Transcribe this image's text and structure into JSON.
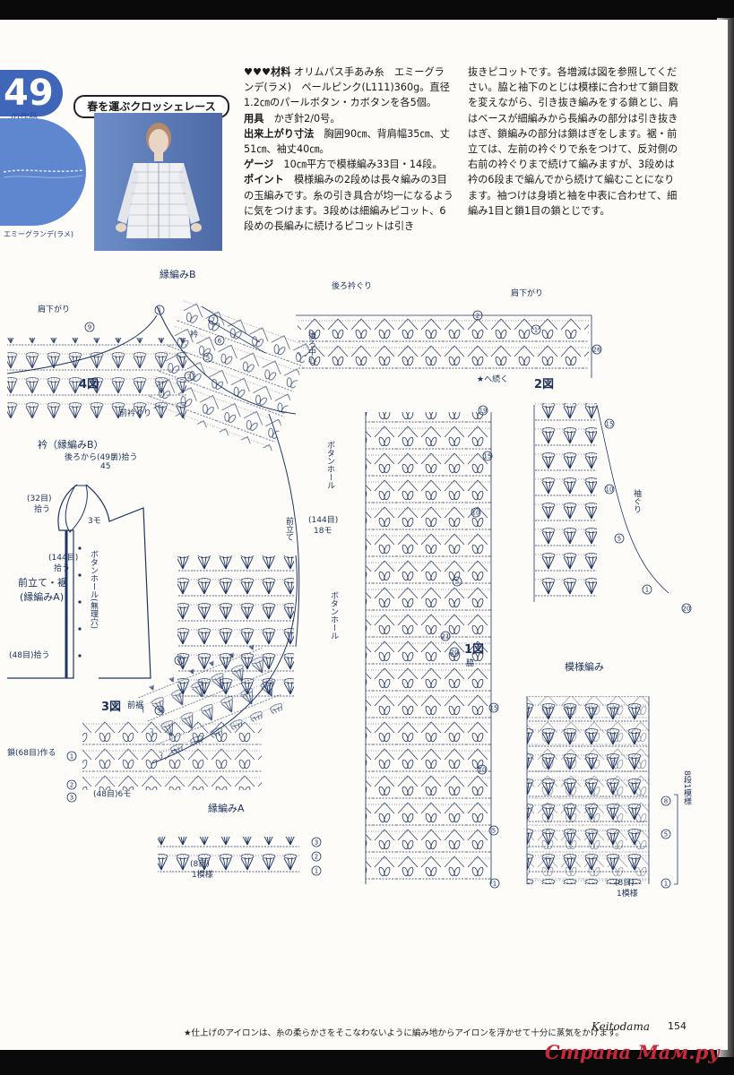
{
  "header": {
    "number": "49",
    "number_sub": "の作品",
    "title": "春を運ぶクロッシェレース",
    "yarn_label": "エミーグランデ(ラメ)"
  },
  "text": {
    "p1_label": "♥♥♥材料",
    "p1": "オリムパス手あみ糸　エミーグランデ(ラメ)　ペールピンク(L111)360g。直径1.2㎝のパールボタン・カボタンを各5個。",
    "p2_label": "用具",
    "p2": "かぎ針2/0号。",
    "p3_label": "出来上がり寸法",
    "p3": "胸囲90㎝、背肩幅35㎝、丈51㎝、袖丈40㎝。",
    "p4_label": "ゲージ",
    "p4": "10㎝平方で模様編み33目・14段。",
    "p5_label": "ポイント",
    "p5": "模様編みの2段めは長々編みの3目の玉編みです。糸の引き具合が均一になるように気をつけます。3段めは細編みピコット、6段めの長編みに続けるピコットは引き",
    "p6": "抜きピコットです。各増減は図を参照してください。脇と袖下のとじは模様に合わせて鎖目数を変えながら、引き抜き編みをする鎖とじ、肩はベースが細編みから長編みの部分は引き抜きはぎ、鎖編みの部分は鎖はぎをします。裾・前立ては、左前の衿ぐりで糸をつけて、反対側の右前の衿ぐりまで続けて編みますが、3段めは衿の6段まで編んでから続けて編むことになります。袖つけは身頃と袖を中表に合わせて、細編み1目と鎖1目の鎖とじです。"
  },
  "labels": {
    "fuchi_b": "縁編みB",
    "kudari_l": "肩下がり",
    "eri": "衿",
    "fig4": "4図",
    "mae_eri": "前衿ぐり",
    "botan_hole1": "ボタンホール",
    "botan_hole2": "ボタンホール",
    "count_144": "(144目)",
    "count_18": "18モ",
    "maedate": "前立て",
    "ushiro_eri": "後ろ衿ぐり",
    "ushiro_center": "後ろ中心",
    "kudari_r": "肩下がり",
    "fig2": "2図",
    "sode": "袖ぐり",
    "star_note": "★へ続く",
    "fig1": "1図",
    "waki": "脇",
    "moyo_title": "模様編み",
    "moyo_8dan": "8段1模様",
    "moyo_8me": "(8目)",
    "moyo_1moyo": "1模様",
    "fuchi_a": "縁編みA",
    "fa_8me": "(8目)",
    "fa_1moyo": "1模様",
    "fig3": "3図",
    "mae_suso": "前裾",
    "ka_68": "鎖(68目)作る",
    "ka_48": "(48目)6モ",
    "sch_title": "衿（縁編みB）",
    "sch_back": "後ろから(49目)拾う",
    "sch_45": "45",
    "sch_7": "7",
    "sch_32": "(32目)",
    "sch_hirou1": "拾う",
    "sch_3mo": "3モ",
    "sch_144": "(144目)",
    "sch_hirou2": "拾う",
    "sch_front": "前立て・裾",
    "sch_fa": "(縁編みA)",
    "sch_bh": "ボタンホール(無理穴)",
    "sch_48": "(48目)拾う"
  },
  "footer": {
    "note": "★仕上げのアイロンは、糸の柔らかさをそこなわないように編み地からアイロンを浮かせて十分に蒸気をかけます。",
    "brand": "Keitodama",
    "page": "154",
    "watermark": "Страна Мам.ру"
  }
}
